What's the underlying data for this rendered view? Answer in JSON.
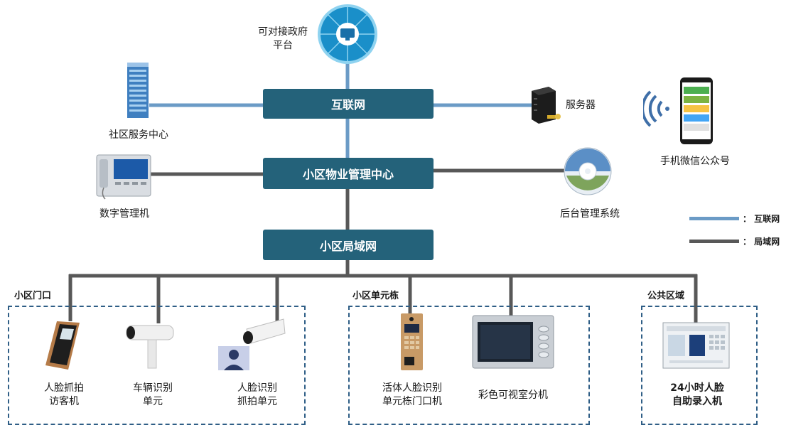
{
  "hubs": {
    "internet": "互联网",
    "property_center": "小区物业管理中心",
    "lan": "小区局域网"
  },
  "devices": {
    "gov_platform": "可对接政府\n平台",
    "community_center": "社区服务中心",
    "server": "服务器",
    "wechat": "手机微信公众号",
    "digital_manager": "数字管理机",
    "backend_system": "后台管理系统"
  },
  "zones": {
    "gate": {
      "title": "小区门口",
      "items": [
        "人脸抓拍\n访客机",
        "车辆识别\n单元",
        "人脸识别\n抓拍单元"
      ]
    },
    "building": {
      "title": "小区单元栋",
      "items": [
        "活体人脸识别\n单元栋门口机",
        "彩色可视室分机"
      ]
    },
    "public": {
      "title": "公共区域",
      "items": [
        "24小时人脸\n自助录入机"
      ]
    }
  },
  "legend": {
    "internet": "： 互联网",
    "lan": "： 局域网"
  },
  "colors": {
    "internet_line": "#6b9bc6",
    "lan_line": "#585858",
    "hub_fill": "#24627a",
    "zone_border": "#2f5e86"
  }
}
